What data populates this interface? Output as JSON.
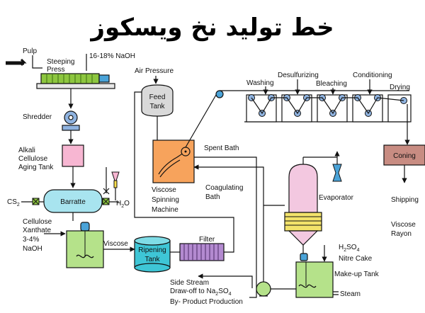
{
  "title": "خط تولید نخ ویسکوز",
  "colors": {
    "press": "#8dc63f",
    "tank_pink": "#f7b6d2",
    "barratte": "#a8e4ef",
    "mixer": "#b5e28a",
    "spinning": "#f7a35c",
    "ripening": "#3ec6d6",
    "filter": "#b38ad0",
    "coning": "#c88c82",
    "feed": "#d9d9d9",
    "evaporator": "#f3c8e0",
    "heater": "#f3e36a",
    "pump": "#8fb3e0"
  },
  "labels": {
    "pulp": "Pulp",
    "naoh_16": "16-18% NaOH",
    "steeping_press_1": "Steeping",
    "steeping_press_2": "Press",
    "shredder": "Shredder",
    "alkali_1": "Alkali",
    "alkali_2": "Cellulose",
    "alkali_3": "Aging Tank",
    "cs2": "CS",
    "cs2_sub": "2",
    "barratte": "Barratte",
    "h2o": "H",
    "h2o_sub": "2",
    "h2o_end": "O",
    "xanthate_1": "Cellulose",
    "xanthate_2": "Xanthate",
    "xanthate_3": "3-4%",
    "xanthate_4": "NaOH",
    "viscose": "Viscose",
    "ripening_1": "Ripening",
    "ripening_2": "Tank",
    "filter": "Filter",
    "side_1": "Side Stream",
    "side_2": "Draw-off to Na",
    "side_2_sub": "2",
    "side_2_mid": "SO",
    "side_2_sub2": "4",
    "side_3": "By- Product Production",
    "air_pressure": "Air Pressure",
    "feed_1": "Feed",
    "feed_2": "Tank",
    "spinning_1": "Viscose",
    "spinning_2": "Spinning",
    "spinning_3": "Machine",
    "spent_bath": "Spent Bath",
    "coag_1": "Coagulating",
    "coag_2": "Bath",
    "washing": "Washing",
    "desulfurizing": "Desulfurizing",
    "bleaching": "Bleaching",
    "conditioning": "Conditioning",
    "drying": "Drying",
    "coning": "Coning",
    "shipping": "Shipping",
    "rayon_1": "Viscose",
    "rayon_2": "Rayon",
    "evaporator": "Evaporator",
    "h2so4": "H",
    "h2so4_sub": "2",
    "h2so4_mid": "SO",
    "h2so4_sub2": "4",
    "nitre": "Nitre Cake",
    "makeup": "Make-up Tank",
    "steam": "Steam"
  }
}
